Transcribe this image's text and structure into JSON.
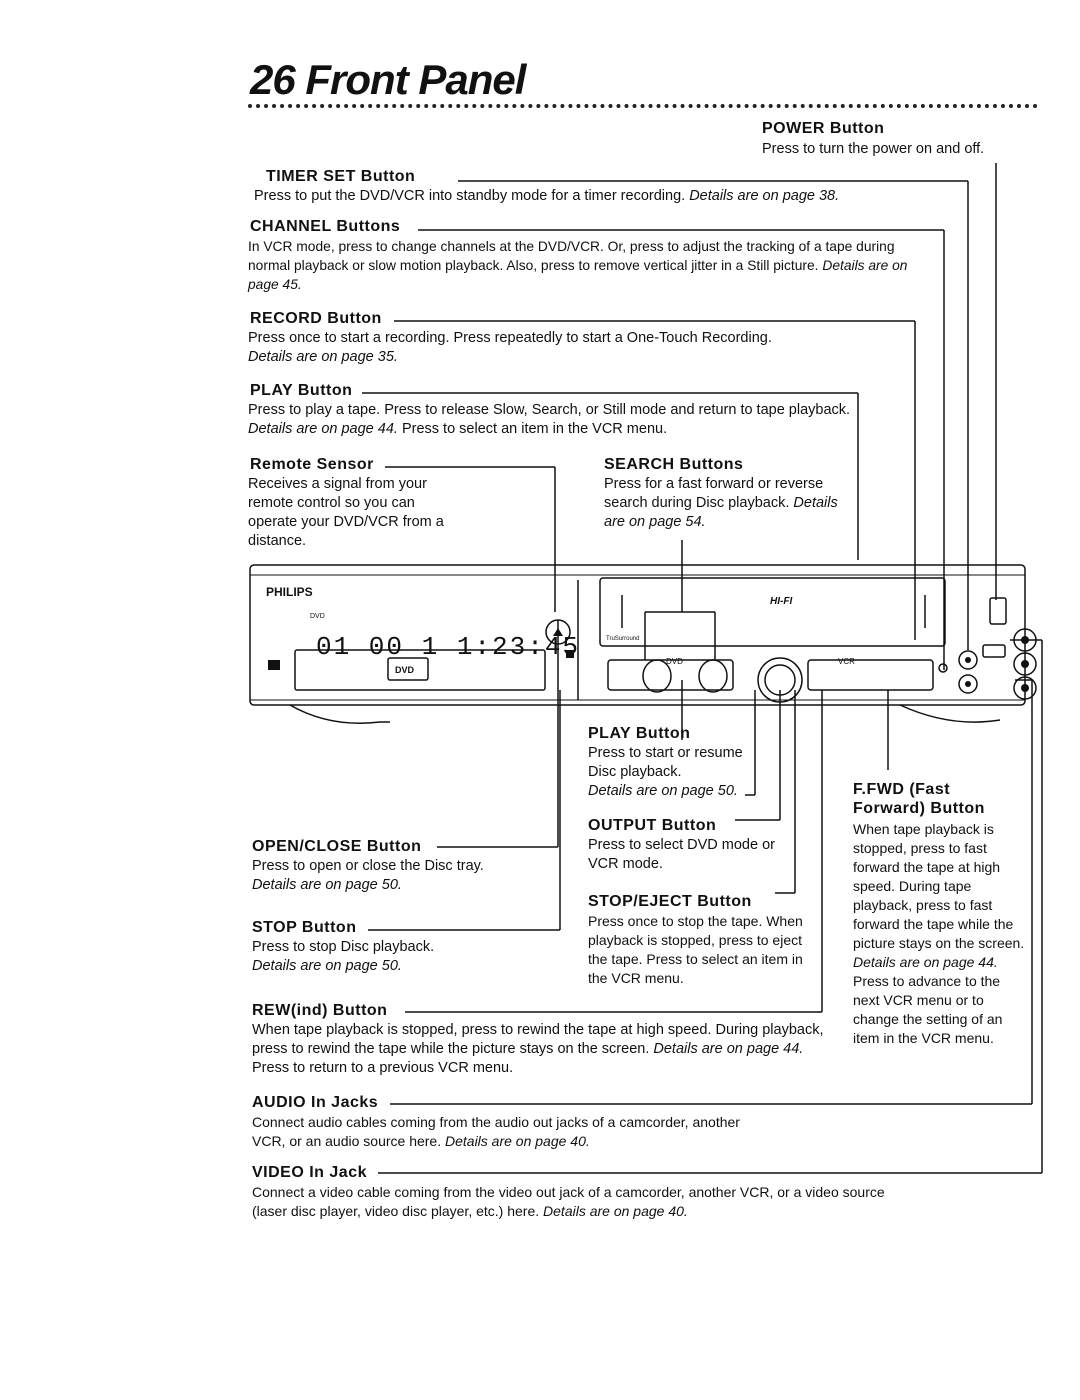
{
  "page": {
    "number": "26",
    "title": "Front Panel"
  },
  "callouts": {
    "power": {
      "heading": "POWER Button",
      "body": "Press to turn the power on and off."
    },
    "timer_set": {
      "heading": "TIMER SET Button",
      "body": "Press to put the DVD/VCR into standby mode for a timer recording.",
      "ref": "Details are on page 38."
    },
    "channel": {
      "heading": "CHANNEL Buttons",
      "body": "In VCR mode, press to change channels at the DVD/VCR. Or, press to adjust the tracking of a tape during normal playback or slow motion playback. Also, press to remove vertical jitter in a Still picture.",
      "ref": "Details are on page 45."
    },
    "record": {
      "heading": "RECORD Button",
      "body": "Press once to start a recording. Press repeatedly to start a One-Touch Recording.",
      "ref": "Details are on page 35."
    },
    "play_vcr": {
      "heading": "PLAY Button",
      "body": "Press to play a tape. Press to release Slow, Search, or Still mode and return to tape playback.",
      "ref": "Details are on page 44.",
      "body2": "Press to select an item in the VCR menu."
    },
    "remote_sensor": {
      "heading": "Remote Sensor",
      "body": "Receives a signal from your remote control so you can operate your DVD/VCR from a distance."
    },
    "search": {
      "heading": "SEARCH Buttons",
      "body": "Press for a fast forward or reverse search during Disc playback.",
      "ref": "Details are on page 54."
    },
    "play_dvd": {
      "heading": "PLAY Button",
      "body": "Press to start or resume Disc playback.",
      "ref": "Details are on page 50."
    },
    "output": {
      "heading": "OUTPUT Button",
      "body": "Press to select DVD mode or VCR mode."
    },
    "open_close": {
      "heading": "OPEN/CLOSE Button",
      "body": "Press to open or close the Disc tray.",
      "ref": "Details are on page 50."
    },
    "stop_eject": {
      "heading": "STOP/EJECT Button",
      "body": "Press once to stop the tape. When playback is stopped, press to eject the tape. Press to select an item in the VCR menu."
    },
    "stop_dvd": {
      "heading": "STOP Button",
      "body": "Press to stop Disc playback.",
      "ref": "Details are on page 50."
    },
    "ffwd": {
      "heading": "F.FWD (Fast Forward) Button",
      "body": "When tape playback is stopped, press to fast forward the tape at high speed. During tape playback, press to fast forward the tape while the picture stays on the screen.",
      "ref": "Details are on page 44.",
      "body2": "Press to advance to the next VCR menu or to change the setting of an item in the VCR menu."
    },
    "rewind": {
      "heading": "REW(ind) Button",
      "body": "When tape playback is stopped, press to rewind the tape at high speed. During playback, press to rewind the tape while the picture stays on the screen.",
      "ref": "Details are on page 44.",
      "body2": "Press to return to a previous VCR menu."
    },
    "audio_in": {
      "heading": "AUDIO In Jacks",
      "body": "Connect audio cables coming from the audio out jacks of a camcorder, another VCR, or an audio source here.",
      "ref": "Details are on page 40."
    },
    "video_in": {
      "heading": "VIDEO In Jack",
      "body": "Connect a video cable coming from the video out jack of a camcorder, another VCR, or a video source (laser disc player, video disc player, etc.) here.",
      "ref": "Details are on page 40."
    }
  },
  "device": {
    "brand": "PHILIPS",
    "display": "01 00 1 1:23:45",
    "display_small_labels": "DVD",
    "dvd_badge": "DVD",
    "hifi_badge": "HI-FI",
    "surround_badge": "TruSurround",
    "dvd_label": "DVD",
    "vcr_label": "VCR"
  }
}
